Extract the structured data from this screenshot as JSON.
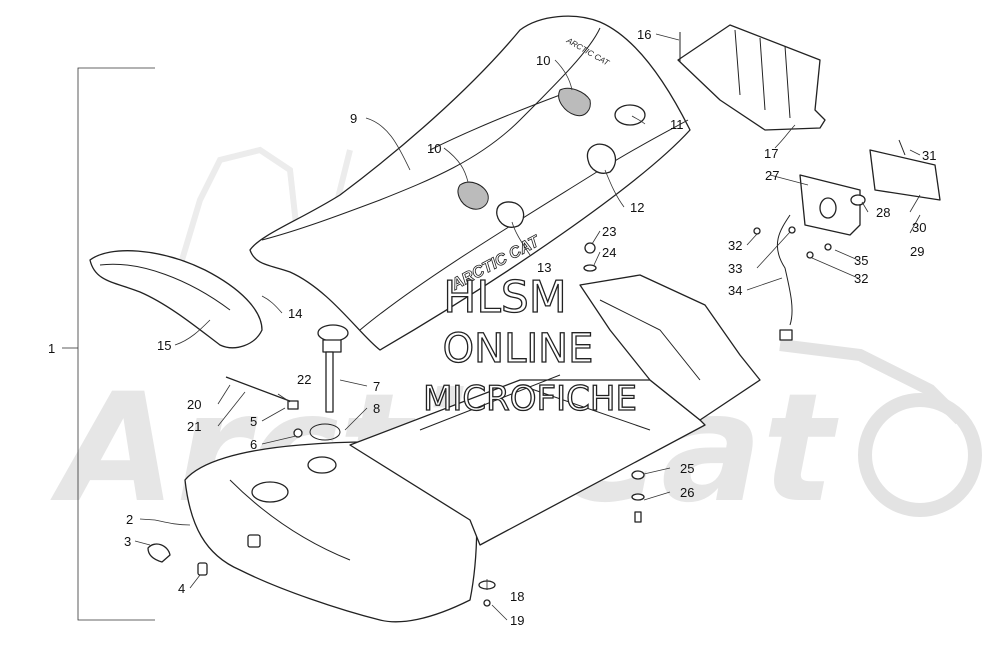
{
  "watermark": {
    "line1": "HLSM",
    "line2": "ONLINE",
    "line3": "MICROFICHE",
    "background_text": "ArcticCat"
  },
  "seat_print": {
    "brand_front": "ARCTIC CAT",
    "brand_rear": "ARCTIC CAT"
  },
  "callouts": [
    "1",
    "2",
    "3",
    "4",
    "5",
    "6",
    "7",
    "8",
    "9",
    "10",
    "10",
    "11",
    "12",
    "13",
    "14",
    "15",
    "16",
    "17",
    "18",
    "19",
    "20",
    "21",
    "22",
    "23",
    "24",
    "25",
    "26",
    "27",
    "28",
    "29",
    "30",
    "31",
    "32",
    "32",
    "33",
    "34",
    "35"
  ]
}
